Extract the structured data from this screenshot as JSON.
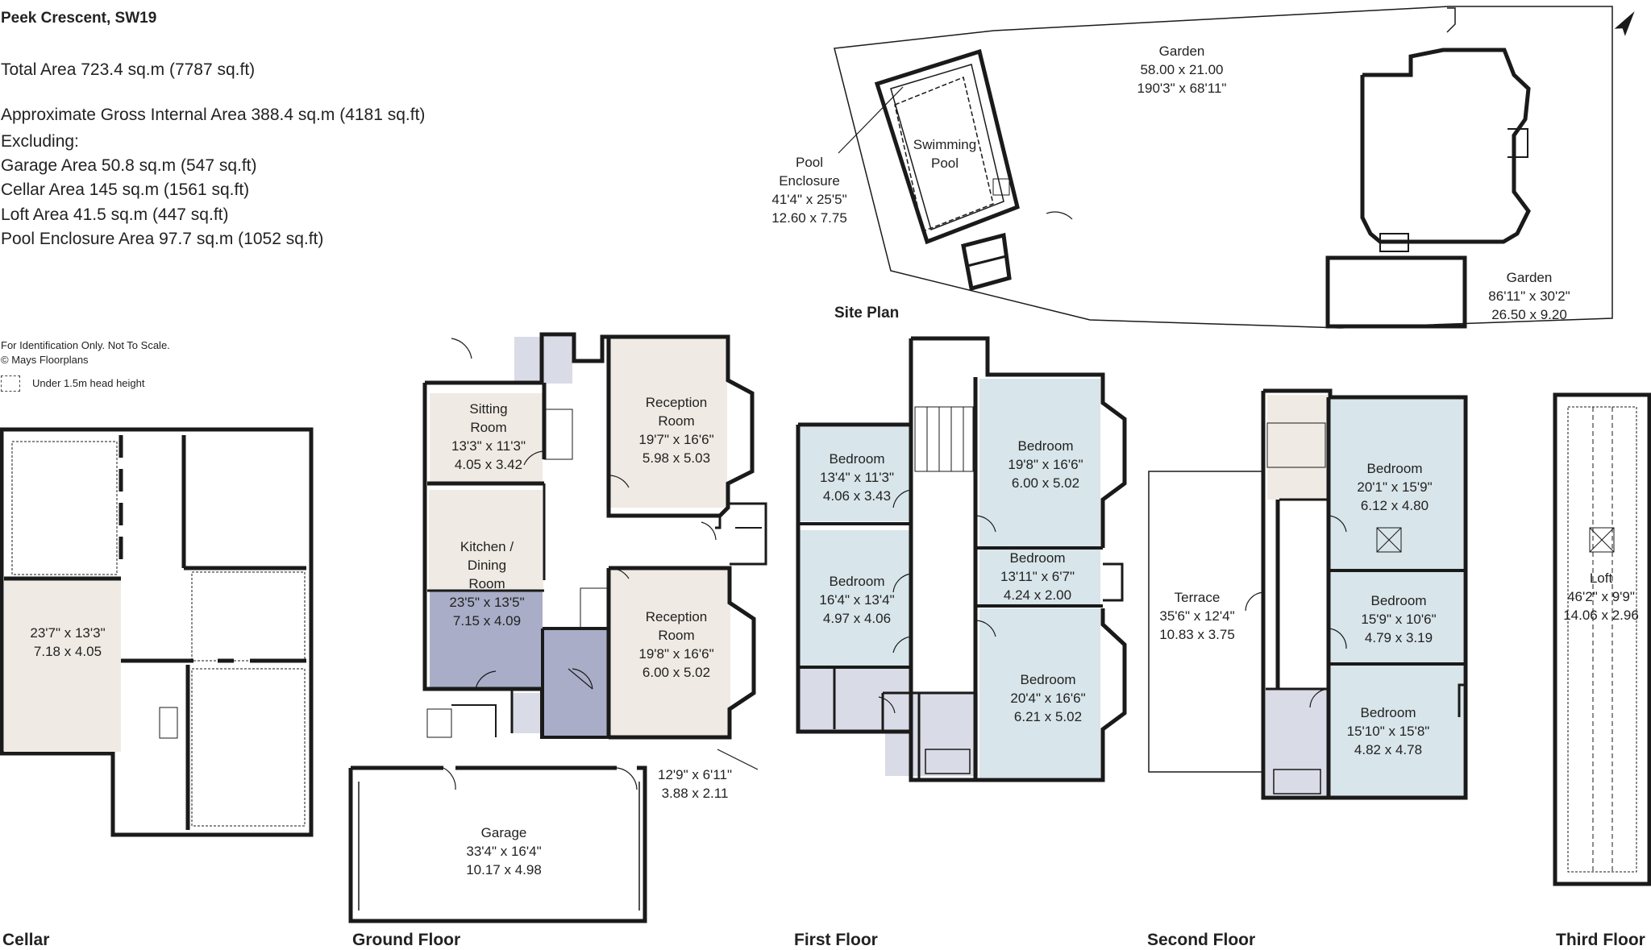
{
  "header": {
    "title": "Peek Crescent, SW19",
    "total_area": "Total Area 723.4 sq.m (7787 sq.ft)",
    "gross_internal_area": "Approximate Gross Internal Area 388.4 sq.m (4181 sq.ft)",
    "excluding_label": "Excluding:",
    "garage_area": "Garage Area 50.8 sq.m (547 sq.ft)",
    "cellar_area": "Cellar Area 145 sq.m (1561 sq.ft)",
    "loft_area": "Loft Area 41.5 sq.m (447 sq.ft)",
    "pool_area": "Pool Enclosure Area 97.7 sq.m (1052 sq.ft)"
  },
  "notes": {
    "disclaimer": "For Identification Only. Not To Scale.",
    "copyright": "© Mays Floorplans",
    "legend_label": "Under 1.5m head height"
  },
  "floor_labels": {
    "cellar": "Cellar",
    "ground": "Ground Floor",
    "first": "First Floor",
    "second": "Second Floor",
    "third": "Third Floor",
    "site_plan": "Site Plan"
  },
  "colors": {
    "wall": "#1a1a1a",
    "beige_room": "#efebe4",
    "blue_room": "#d8e5ea",
    "kitchen_blue": "#a9adc7",
    "wet_room": "#d9dbe6"
  },
  "site": {
    "garden_main": {
      "name": "Garden",
      "m": "58.00 x 21.00",
      "ft": "190'3\" x 68'11\""
    },
    "garden_side": {
      "name": "Garden",
      "ft": "86'11\" x 30'2\"",
      "m": "26.50 x 9.20"
    },
    "pool_enclosure": {
      "name1": "Pool",
      "name2": "Enclosure",
      "ft": "41'4\" x 25'5\"",
      "m": "12.60 x 7.75"
    },
    "pool": {
      "name1": "Swimming",
      "name2": "Pool"
    }
  },
  "rooms": {
    "cellar_room": {
      "ft": "23'7\" x 13'3\"",
      "m": "7.18 x 4.05"
    },
    "sitting": {
      "name1": "Sitting",
      "name2": "Room",
      "ft": "13'3\" x 11'3\"",
      "m": "4.05 x 3.42"
    },
    "reception1": {
      "name1": "Reception",
      "name2": "Room",
      "ft": "19'7\" x 16'6\"",
      "m": "5.98 x 5.03"
    },
    "kitchen": {
      "name1": "Kitchen /",
      "name2": "Dining",
      "name3": "Room",
      "ft": "23'5\" x 13'5\"",
      "m": "7.15 x 4.09"
    },
    "reception2": {
      "name1": "Reception",
      "name2": "Room",
      "ft": "19'8\" x 16'6\"",
      "m": "6.00 x 5.02"
    },
    "utility": {
      "ft": "12'9\" x 6'11\"",
      "m": "3.88 x 2.11"
    },
    "garage": {
      "name": "Garage",
      "ft": "33'4\" x 16'4\"",
      "m": "10.17 x 4.98"
    },
    "ff_bed1": {
      "name": "Bedroom",
      "ft": "13'4\" x 11'3\"",
      "m": "4.06 x 3.43"
    },
    "ff_bed2": {
      "name": "Bedroom",
      "ft": "16'4\" x 13'4\"",
      "m": "4.97 x 4.06"
    },
    "ff_bed3": {
      "name": "Bedroom",
      "ft": "19'8\" x 16'6\"",
      "m": "6.00 x 5.02"
    },
    "ff_bed4": {
      "name": "Bedroom",
      "ft": "13'11\" x 6'7\"",
      "m": "4.24 x 2.00"
    },
    "ff_bed5": {
      "name": "Bedroom",
      "ft": "20'4\" x 16'6\"",
      "m": "6.21 x 5.02"
    },
    "terrace": {
      "name": "Terrace",
      "ft": "35'6\" x 12'4\"",
      "m": "10.83 x 3.75"
    },
    "sf_bed1": {
      "name": "Bedroom",
      "ft": "20'1\" x 15'9\"",
      "m": "6.12 x 4.80"
    },
    "sf_bed2": {
      "name": "Bedroom",
      "ft": "15'9\" x 10'6\"",
      "m": "4.79 x 3.19"
    },
    "sf_bed3": {
      "name": "Bedroom",
      "ft": "15'10\" x 15'8\"",
      "m": "4.82 x 4.78"
    },
    "loft": {
      "name": "Loft",
      "ft": "46'2\" x 9'9\"",
      "m": "14.06 x 2.96"
    }
  }
}
